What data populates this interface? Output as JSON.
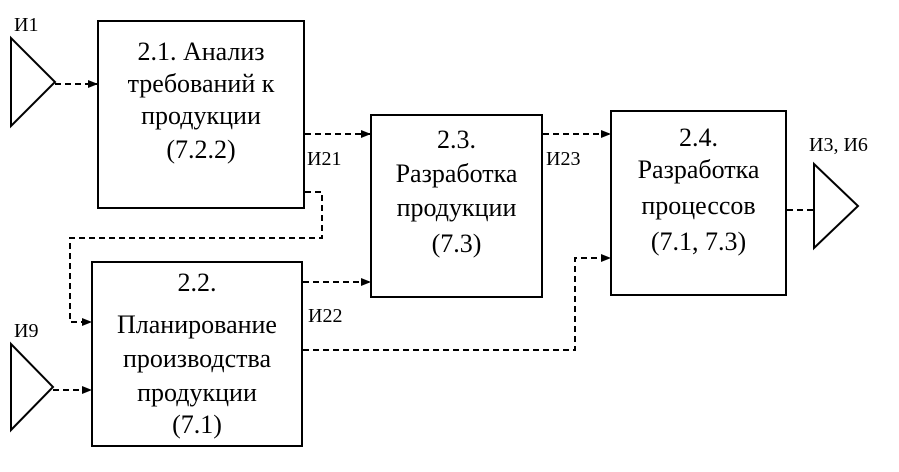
{
  "blocks": {
    "b21": {
      "lines": [
        "2.1. Анализ",
        "требований к",
        "продукции",
        "(7.2.2)"
      ]
    },
    "b22": {
      "lines": [
        "2.2.",
        "Планирование",
        "производства",
        "продукции",
        "(7.1)"
      ]
    },
    "b23": {
      "lines": [
        "2.3.",
        "Разработка",
        "продукции",
        "(7.3)"
      ]
    },
    "b24": {
      "lines": [
        "2.4.",
        "Разработка",
        "процессов",
        "(7.1, 7.3)"
      ]
    }
  },
  "labels": {
    "i1": "И1",
    "i9": "И9",
    "i21": "И21",
    "i22": "И22",
    "i23": "И23",
    "i3i6": "И3, И6"
  }
}
